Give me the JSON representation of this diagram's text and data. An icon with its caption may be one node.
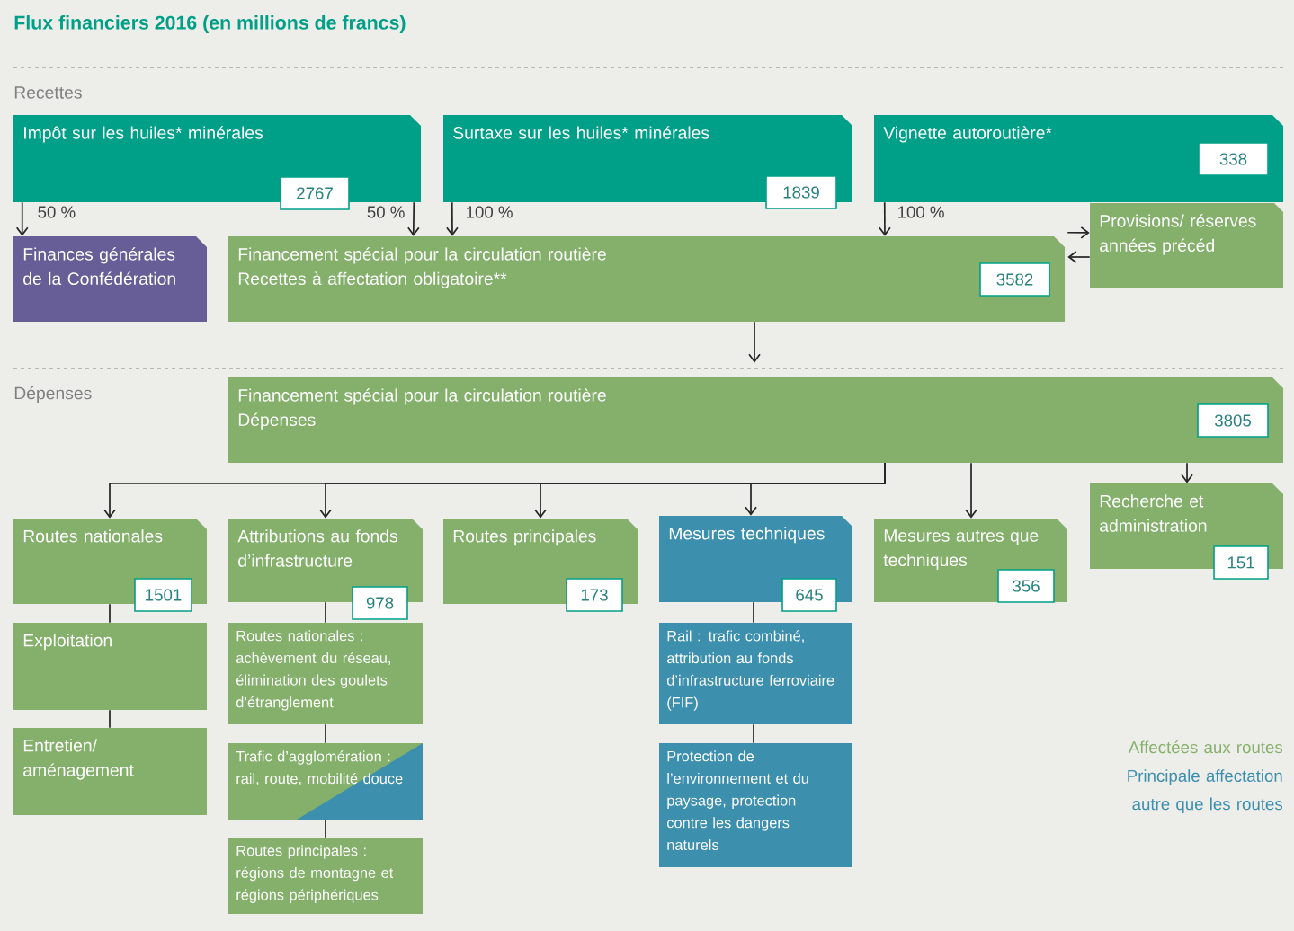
{
  "diagram": {
    "title": "Flux financiers 2016 (en millions de francs)",
    "nodes": [
      {
        "text": [
          "Impôt sur les huiles* minérales",
          "2767"
        ]
      },
      {
        "text": [
          "Surtaxe sur les huiles* minérales",
          "1839"
        ]
      },
      {
        "text": [
          "Vignette autoroutière*",
          "338"
        ]
      },
      {
        "text": [
          "Finances générales de la Confédération"
        ]
      },
      {
        "text": [
          "Financement spécial pour la circulation routière",
          "Recettes à affectation obligatoire**",
          "3582"
        ]
      },
      {
        "text": [
          "Provisions/ réserves années précéd"
        ]
      },
      {
        "text": [
          "Financement spécial pour la circulation routière",
          "Dépenses",
          "3805"
        ]
      },
      {
        "text": [
          "Routes nationales",
          "1501"
        ]
      },
      {
        "text": [
          "Attributions au fonds d’infrastructure",
          "978"
        ]
      },
      {
        "text": [
          "Routes principales",
          "173"
        ]
      },
      {
        "text": [
          "Mesures techniques",
          "645"
        ]
      },
      {
        "text": [
          "Mesures autres que techniques",
          "356"
        ]
      },
      {
        "text": [
          "Recherche et administration",
          "151"
        ]
      },
      {
        "text": [
          "Exploitation"
        ]
      },
      {
        "text": [
          "Entretien/ aménagement"
        ]
      },
      {
        "text": [
          "Routes nationales : achèvement du réseau, élimination des goulets d’étranglement"
        ]
      },
      {
        "text": [
          "Trafic d’agglomération : rail, route, mobilité douce"
        ]
      },
      {
        "text": [
          "Routes principales : régions de montagne et régions périphériques"
        ]
      },
      {
        "text": [
          "Rail : trafic combiné, attribution au fonds d’infrastructure ferroviaire (FIF)"
        ]
      },
      {
        "text": [
          "Protection de l’environnement et du paysage, protection contre les dangers naturels"
        ]
      }
    ],
    "edges": [
      {
        "from": 0,
        "to": 3,
        "arrow": "to",
        "label": "50 %"
      },
      {
        "from": 0,
        "to": 4,
        "arrow": "to",
        "label": "50 %"
      },
      {
        "from": 1,
        "to": 4,
        "arrow": "to",
        "label": "100 %"
      },
      {
        "from": 2,
        "to": 4,
        "arrow": "to",
        "label": "100 %"
      },
      {
        "from": 4,
        "to": 5,
        "arrow": "to"
      },
      {
        "from": 5,
        "to": 4,
        "arrow": "to"
      },
      {
        "from": 4,
        "to": 6,
        "arrow": "to"
      },
      {
        "from": 6,
        "to": 7,
        "arrow": "to"
      },
      {
        "from": 6,
        "to": 8,
        "arrow": "to"
      },
      {
        "from": 6,
        "to": 9,
        "arrow": "to"
      },
      {
        "from": 6,
        "to": 10,
        "arrow": "to"
      },
      {
        "from": 6,
        "to": 11,
        "arrow": "to"
      },
      {
        "from": 6,
        "to": 12,
        "arrow": "to"
      },
      {
        "from": 7,
        "to": 13,
        "arrow": "none"
      },
      {
        "from": 13,
        "to": 14,
        "arrow": "none"
      },
      {
        "from": 8,
        "to": 15,
        "arrow": "none"
      },
      {
        "from": 15,
        "to": 16,
        "arrow": "none"
      },
      {
        "from": 16,
        "to": 17,
        "arrow": "none"
      },
      {
        "from": 10,
        "to": 18,
        "arrow": "none"
      },
      {
        "from": 18,
        "to": 19,
        "arrow": "none"
      }
    ],
    "labels": [
      "Recettes",
      "Dépenses"
    ],
    "legend": [
      {
        "text": "Affectées aux routes",
        "color": "#86b06c"
      },
      {
        "text": "Principale affectation autre que les routes",
        "color": "#3d8fae"
      }
    ]
  }
}
